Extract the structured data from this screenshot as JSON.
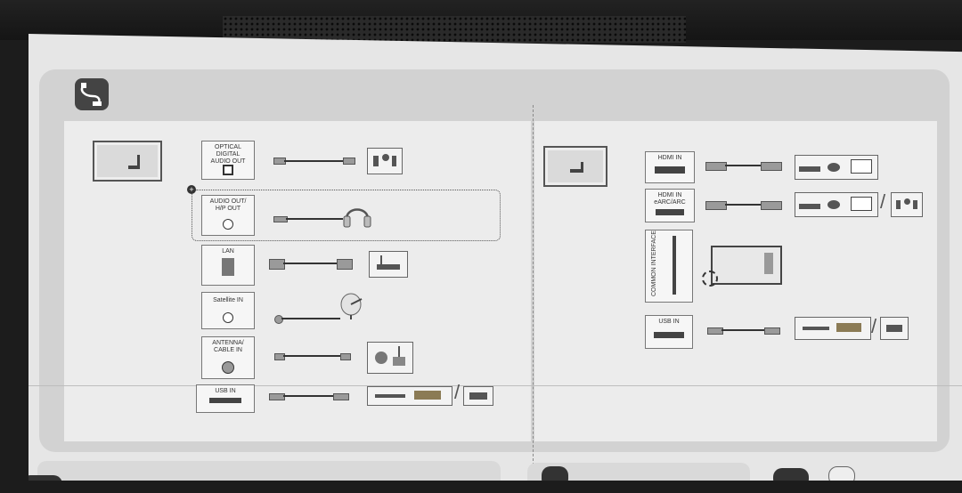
{
  "left_ports": [
    {
      "label": "OPTICAL DIGITAL AUDIO OUT",
      "line1": "OPTICAL DIGITAL",
      "line2": "AUDIO OUT"
    },
    {
      "label": "AUDIO OUT/ H/P OUT",
      "line1": "AUDIO OUT/",
      "line2": "H/P OUT"
    },
    {
      "label": "LAN",
      "line1": "LAN",
      "line2": ""
    },
    {
      "label": "Satellite IN",
      "line1": "Satellite IN",
      "line2": ""
    },
    {
      "label": "ANTENNA/ CABLE IN",
      "line1": "ANTENNA/",
      "line2": "CABLE IN"
    },
    {
      "label": "USB IN",
      "line1": "USB IN",
      "line2": ""
    }
  ],
  "right_ports": [
    {
      "label": "HDMI IN",
      "line1": "HDMI IN",
      "line2": ""
    },
    {
      "label": "HDMI IN eARC/ARC",
      "line1": "HDMI IN",
      "line2": "eARC/ARC"
    },
    {
      "label": "COMMON INTERFACE",
      "line1": "COMMON INTERFACE",
      "line2": ""
    },
    {
      "label": "USB IN",
      "line1": "USB IN",
      "line2": ""
    }
  ],
  "symbols": {
    "plus": "+",
    "slash": "/"
  },
  "icons": [
    "cable-connection-icon",
    "tv-icon",
    "headphones-icon",
    "router-icon",
    "satellite-dish-icon",
    "antenna-house-icon",
    "usb-drive-icon",
    "hdd-icon",
    "soundbar-icon",
    "set-top-box-icon",
    "camera-icon",
    "laptop-icon",
    "ci-card-icon"
  ]
}
